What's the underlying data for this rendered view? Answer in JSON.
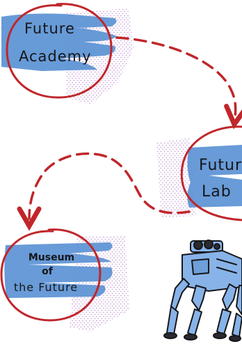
{
  "nodes": {
    "academy": {
      "line1": "Future",
      "line2": "Academy"
    },
    "lab": {
      "line1": "Future",
      "line2": "Lab"
    },
    "museum": {
      "line1": "Museum",
      "line2": "of",
      "line3": "the Future"
    }
  },
  "colors": {
    "ring": "#c0262b",
    "arrow": "#c0262b",
    "brush": "#5b93d4",
    "dots": "#c39ad6",
    "ink": "#16161a",
    "robot": "#87b3e8"
  }
}
